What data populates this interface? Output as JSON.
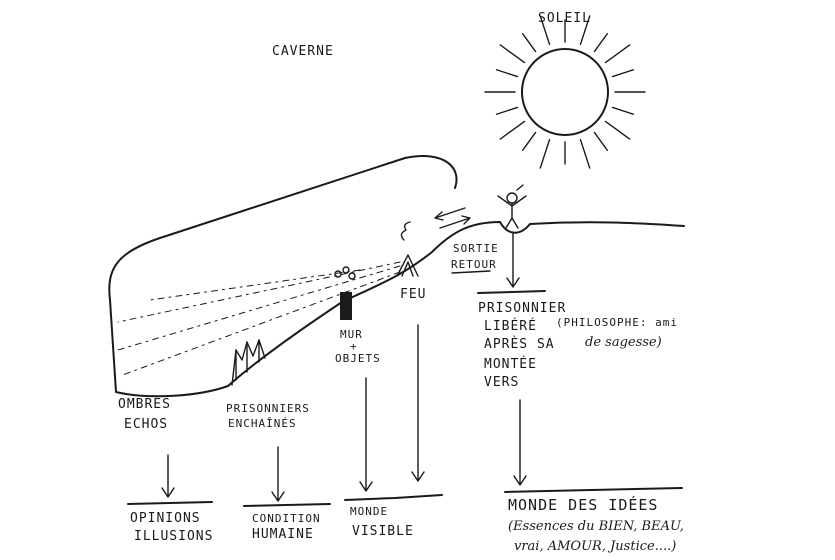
{
  "title_cave": "CAVERNE",
  "title_sun": "SOLEIL",
  "labels": {
    "exit": [
      "SORTIE",
      "RETOUR"
    ],
    "fire": "FEU",
    "wall": [
      "MUR",
      "+",
      "OBJETS"
    ],
    "freed": [
      "PRISONNIER",
      "LIBÉRÉ",
      "APRÈS SA",
      "MONTÉE",
      "VERS"
    ],
    "philosopher": [
      "(PHILOSOPHE: ami",
      "de sagesse)"
    ],
    "shadows": [
      "OMBRES",
      "ECHOS"
    ],
    "prisoners": [
      "PRISONNIERS",
      "ENCHAÎNÉS"
    ]
  },
  "outcomes": {
    "opinions": [
      "OPINIONS",
      "ILLUSIONS"
    ],
    "condition": [
      "CONDITION",
      "HUMAINE"
    ],
    "visible": [
      "MONDE",
      "VISIBLE"
    ],
    "ideas": [
      "MONDE DES IDÉES",
      "(Essences du BIEN, BEAU,",
      "vrai, AMOUR, Justice....)"
    ]
  }
}
